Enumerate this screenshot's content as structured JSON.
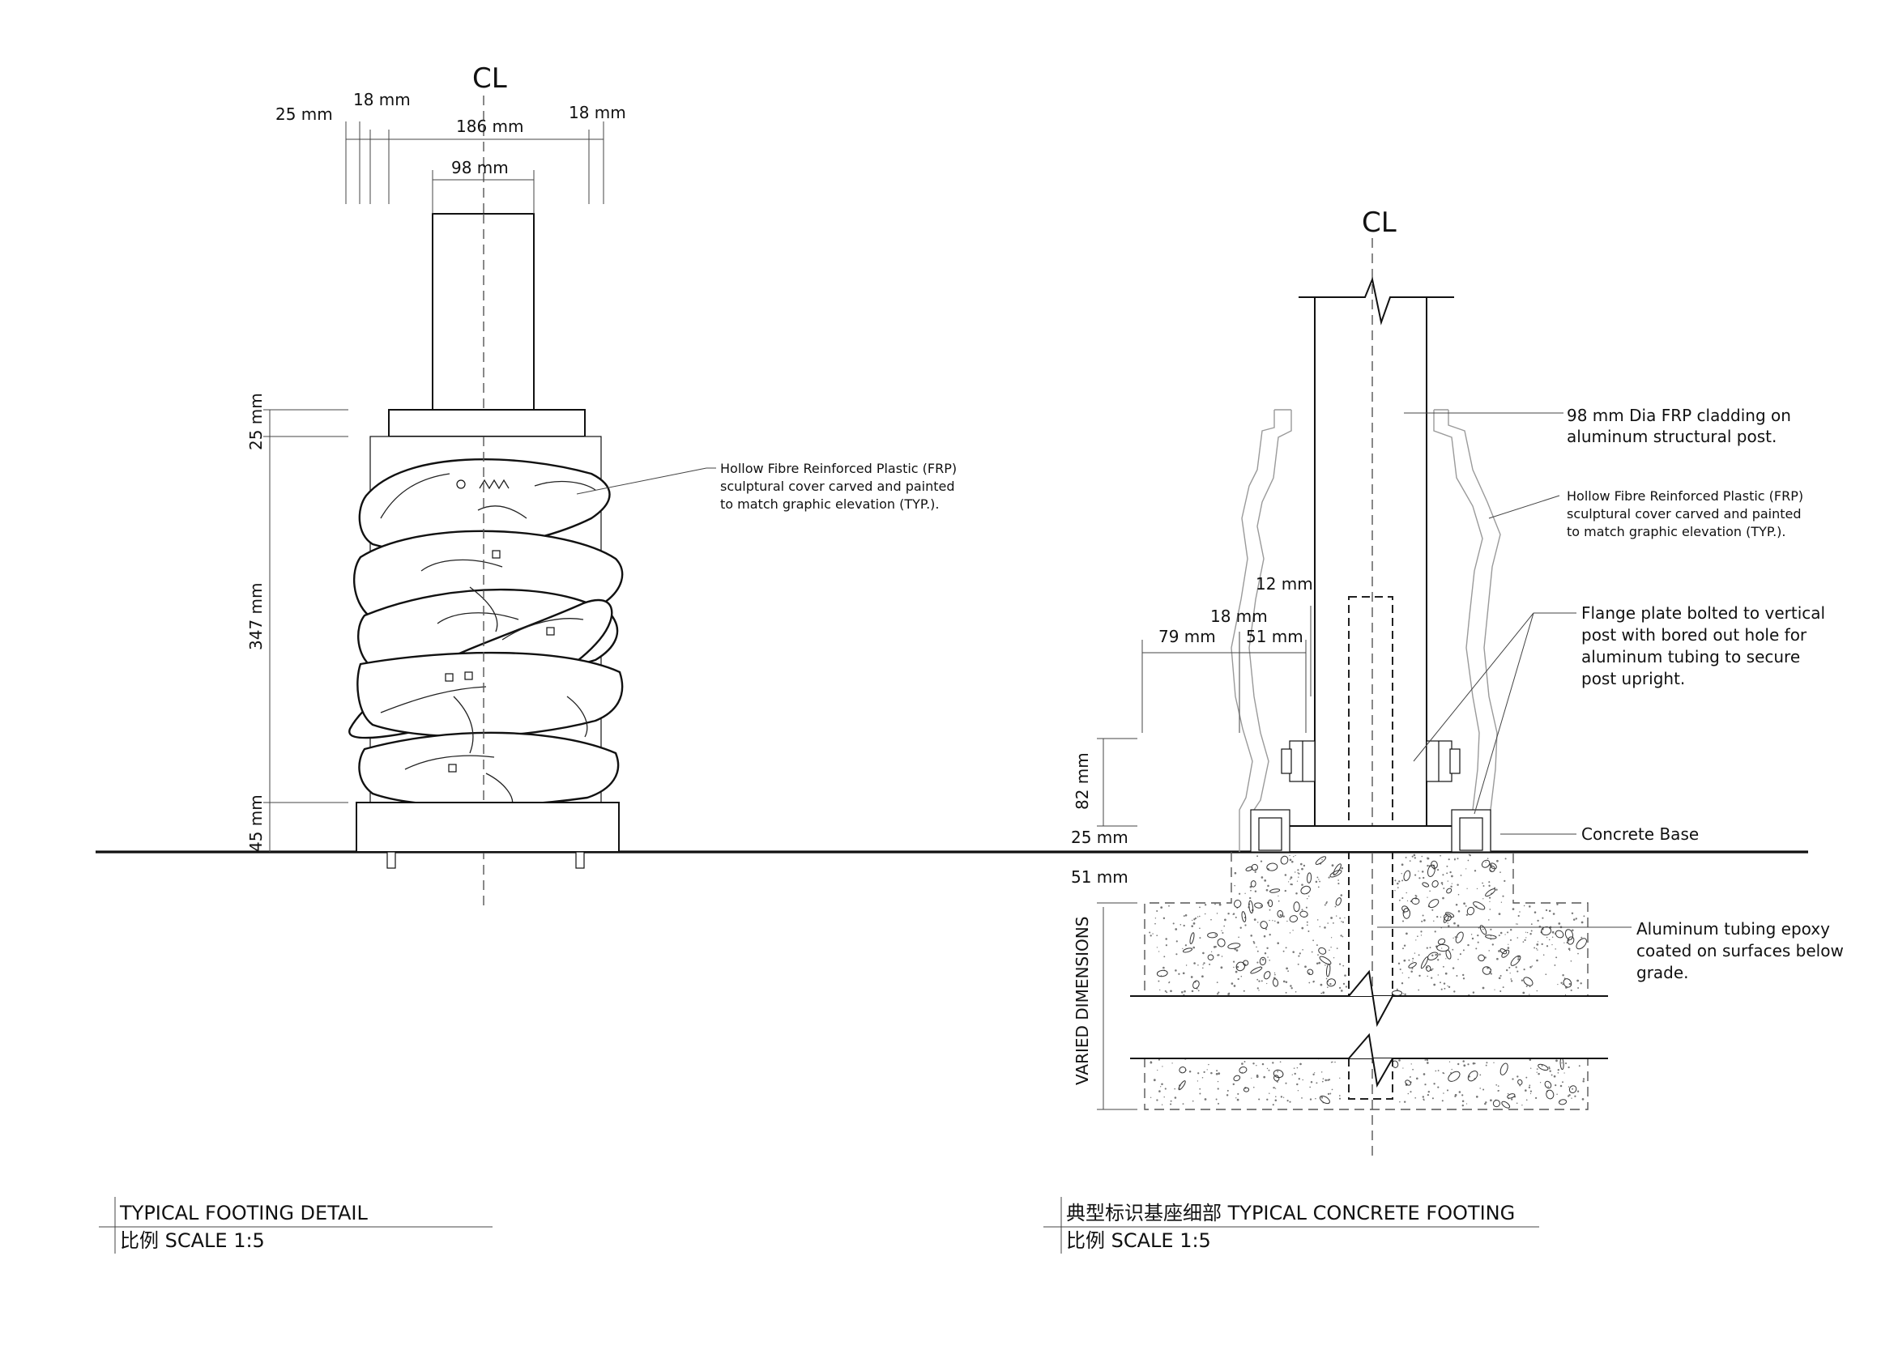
{
  "centerline_symbol": "CL",
  "left_detail": {
    "dimensions": {
      "d25": "25 mm",
      "d18a": "18 mm",
      "d186": "186 mm",
      "d18b": "18 mm",
      "d98": "98 mm",
      "v25": "25 mm",
      "v347": "347 mm",
      "v45": "45 mm"
    },
    "note_lines": [
      "Hollow Fibre Reinforced Plastic (FRP)",
      "sculptural cover carved and painted",
      "to match graphic elevation (TYP.)."
    ],
    "title": "TYPICAL FOOTING DETAIL",
    "scale": "比例 SCALE 1:5"
  },
  "right_detail": {
    "dimensions": {
      "d12": "12 mm",
      "d18": "18 mm",
      "d79": "79 mm",
      "d51": "51 mm",
      "v82": "82 mm",
      "v25": "25 mm",
      "v51": "51 mm",
      "varied": "VARIED DIMENSIONS"
    },
    "note_post": [
      "98 mm Dia FRP cladding on",
      "aluminum structural post."
    ],
    "note_cover": [
      "Hollow Fibre Reinforced Plastic (FRP)",
      "sculptural cover carved and painted",
      "to match graphic elevation (TYP.)."
    ],
    "note_flange": [
      "Flange plate bolted to vertical",
      "post with bored out hole for",
      "aluminum tubing to secure",
      "post upright."
    ],
    "note_base": "Concrete Base",
    "note_tubing": [
      "Aluminum tubing epoxy",
      "coated on surfaces below",
      "grade."
    ],
    "title": "典型标识基座细部 TYPICAL CONCRETE FOOTING",
    "scale": "比例 SCALE 1:5"
  }
}
